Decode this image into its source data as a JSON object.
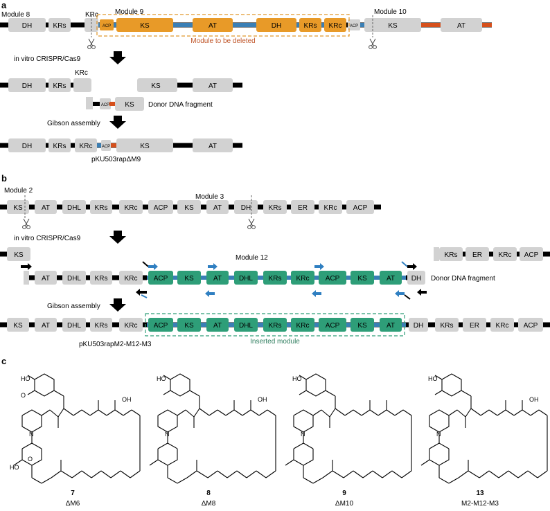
{
  "colors": {
    "domain_gray": "#d2d2d2",
    "module9_orange": "#e89a28",
    "linker_blue": "#3a7fb5",
    "linker_orange": "#d6501c",
    "inserted_green": "#2e9e78",
    "inserted_dash": "#2e9e78",
    "deleted_dash": "#e0962a",
    "deleted_label": "#c0562a",
    "inserted_label": "#2e7d5e",
    "primer_blue": "#2f7fc1"
  },
  "panel_a": {
    "label": "a",
    "module8": "Module 8",
    "module9": "Module 9",
    "module10": "Module 10",
    "krc_top": "KRc",
    "delete_note": "Module to be deleted",
    "step1": "in vitro CRISPR/Cas9",
    "krc_cut": "KRc",
    "donor": "Donor DNA fragment",
    "step2": "Gibson assembly",
    "plasmid": "pKU503rapΔM9",
    "dom": {
      "DH": "DH",
      "KRs": "KRs",
      "KRc": "KRc",
      "KS": "KS",
      "AT": "AT",
      "ACP": "ACP"
    }
  },
  "panel_b": {
    "label": "b",
    "module2": "Module 2",
    "module3": "Module 3",
    "module12": "Module 12",
    "step1": "in vitro CRISPR/Cas9",
    "donor": "Donor DNA fragment",
    "step2": "Gibson assembly",
    "plasmid": "pKU503rapM2-M12-M3",
    "inserted": "Inserted module",
    "dom": {
      "KS": "KS",
      "AT": "AT",
      "DHL": "DHL",
      "KRs": "KRs",
      "KRc": "KRc",
      "ACP": "ACP",
      "DH": "DH",
      "ER": "ER"
    }
  },
  "panel_c": {
    "label": "c",
    "compounds": [
      {
        "number": "7",
        "name": "ΔM6"
      },
      {
        "number": "8",
        "name": "ΔM8"
      },
      {
        "number": "9",
        "name": "ΔM10"
      },
      {
        "number": "13",
        "name": "M2-M12-M3"
      }
    ],
    "atoms": {
      "HO": "HO",
      "O": "O",
      "N": "N",
      "OH": "OH"
    }
  }
}
